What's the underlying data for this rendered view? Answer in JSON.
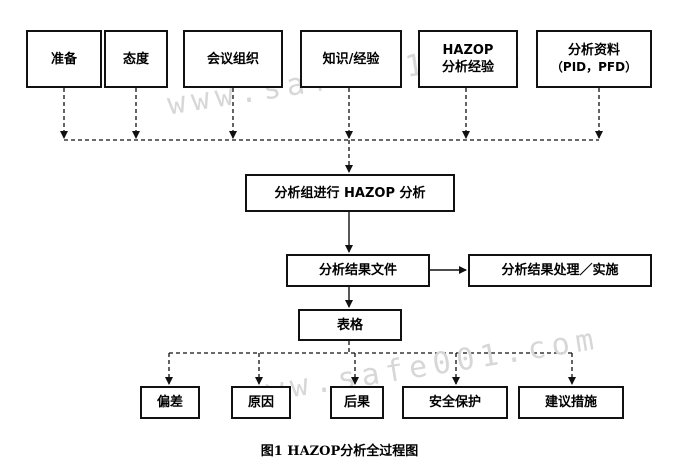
{
  "inputs": {
    "prep": "准备",
    "attitude": "态度",
    "meeting": "会议组织",
    "knowledge": "知识/经验",
    "hazop_exp_1": "HAZOP",
    "hazop_exp_2": "分析经验",
    "material_1": "分析资料",
    "material_2": "（PID，PFD）"
  },
  "process": {
    "analysis": "分析组进行 HAZOP 分析",
    "result_doc": "分析结果文件",
    "result_handling": "分析结果处理／实施",
    "table": "表格"
  },
  "outputs": {
    "deviation": "偏差",
    "cause": "原因",
    "consequence": "后果",
    "safeguard": "安全保护",
    "recommendation": "建议措施"
  },
  "watermarks": [
    "www.safe001.com",
    "www.safe001.com"
  ],
  "caption": "图1 HAZOP分析全过程图",
  "colors": {
    "line": "#111111",
    "watermark": "#d7d7d7",
    "background": "#ffffff"
  }
}
